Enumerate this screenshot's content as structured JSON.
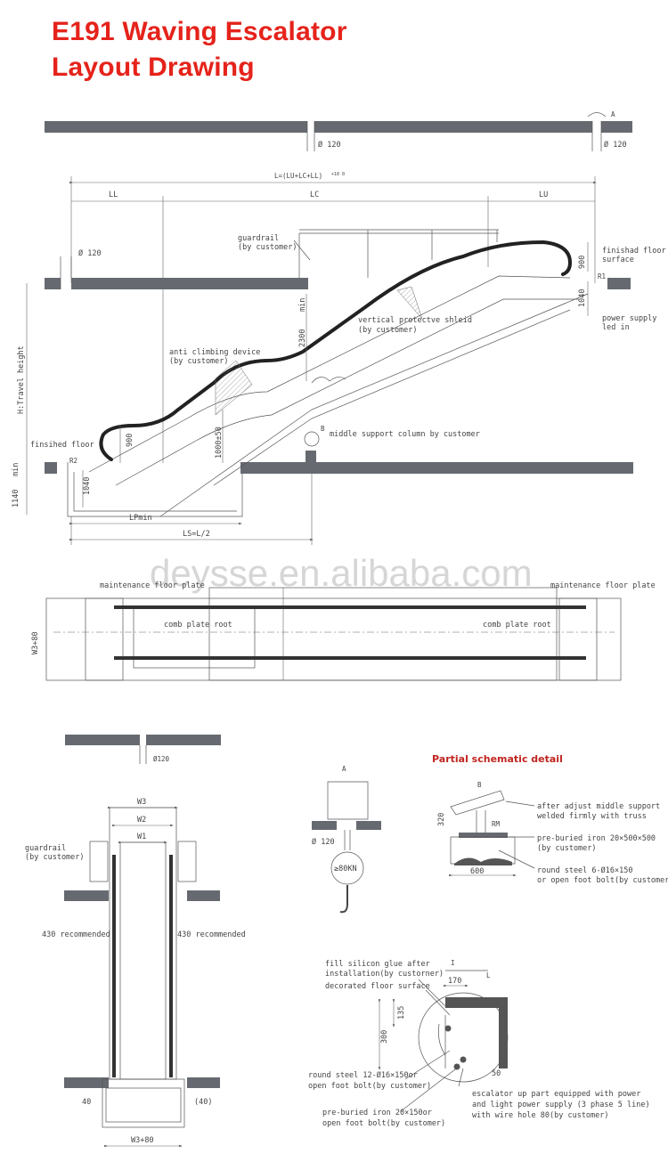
{
  "title": {
    "line1": "E191 Waving Escalator",
    "line2": "Layout Drawing",
    "color": "#e5231b"
  },
  "watermark": "deysse.en.alibaba.com",
  "top_strip": {
    "diameter_left": "Ø 120",
    "diameter_right": "Ø 120",
    "tag": "A"
  },
  "elevation": {
    "length_formula": "L=(LU+LC+LL)",
    "length_tolerance": "+10 0",
    "ll": "LL",
    "lc": "LC",
    "lu": "LU",
    "diameter": "Ø 120",
    "guardrail": [
      "guardrail",
      "(by customer)"
    ],
    "finished_floor_top": [
      "finishad floor",
      "surface"
    ],
    "vertical_shield": [
      "vertical protectve shleid",
      "(by customer)"
    ],
    "power_supply": [
      "power supply",
      "led in"
    ],
    "anti_climbing": [
      "anti climbing device",
      "(by customer)"
    ],
    "middle_support": "middle support column by customer",
    "finished_floor_bottom": "finsihed floor",
    "travel_height": "H:Travel height",
    "min_left": "min",
    "min_mid": "min",
    "dim_2300": "2300",
    "dim_900_top": "900",
    "dim_1040_top": "1040",
    "dim_900_bottom": "900",
    "dim_1000": "1000±50",
    "dim_1040_bottom": "1040",
    "dim_1140": "1140",
    "lp_min": "LPmin",
    "ls": "LS=L/2",
    "r1": "R1",
    "r2": "R2",
    "tag_b": "B"
  },
  "plan": {
    "maintenance_left": "maintenance floor plate",
    "maintenance_right": "maintenance floor plate",
    "comb_left": "comb plate root",
    "comb_right": "comb plate root",
    "width": "W3+80"
  },
  "section": {
    "diameter": "Ø120",
    "w3": "W3",
    "w2": "W2",
    "w1": "W1",
    "guardrail": [
      "guardrail",
      "(by customer)"
    ],
    "recommended_left": "430 recommended",
    "recommended_right": "430 recommended",
    "dim_40_left": "40",
    "dim_40_right": "(40)",
    "bottom_width": "W3+80"
  },
  "detail_a": {
    "tag": "A",
    "diameter": "Ø 120",
    "load": "≥80KN"
  },
  "partial": {
    "heading": "Partial schematic detail",
    "heading_color": "#c0251f",
    "tag_b": "B",
    "dim_320": "320",
    "dim_600": "600",
    "rm": "RM",
    "after_adjust": [
      "after adjust middle support",
      "welded firmly with truss"
    ],
    "pre_buried_a": [
      "pre-buried iron 20×500×500",
      "(by customer)"
    ],
    "round_steel_a": [
      "round steel 6-Ø16×150",
      "or open foot bolt(by customer)"
    ]
  },
  "detail_l": {
    "fill_silicon": [
      "fill silicon glue after",
      "installation(by custorner)"
    ],
    "decorated": "decorated floor surface",
    "tag_l": "L",
    "tag_i": "I",
    "dim_170": "170",
    "dim_135": "135",
    "dim_300": "300",
    "dim_50": "50",
    "round_steel": [
      "round steel 12-Ø16×150or",
      "open foot bolt(by customer)"
    ],
    "pre_buried": [
      "pre-buried iron 20×150or",
      "open foot bolt(by customer)"
    ],
    "escalator_up": [
      "escalator up part equipped with power",
      "and light power supply (3 phase 5 line)",
      "with wire hole  80(by customer)"
    ]
  }
}
